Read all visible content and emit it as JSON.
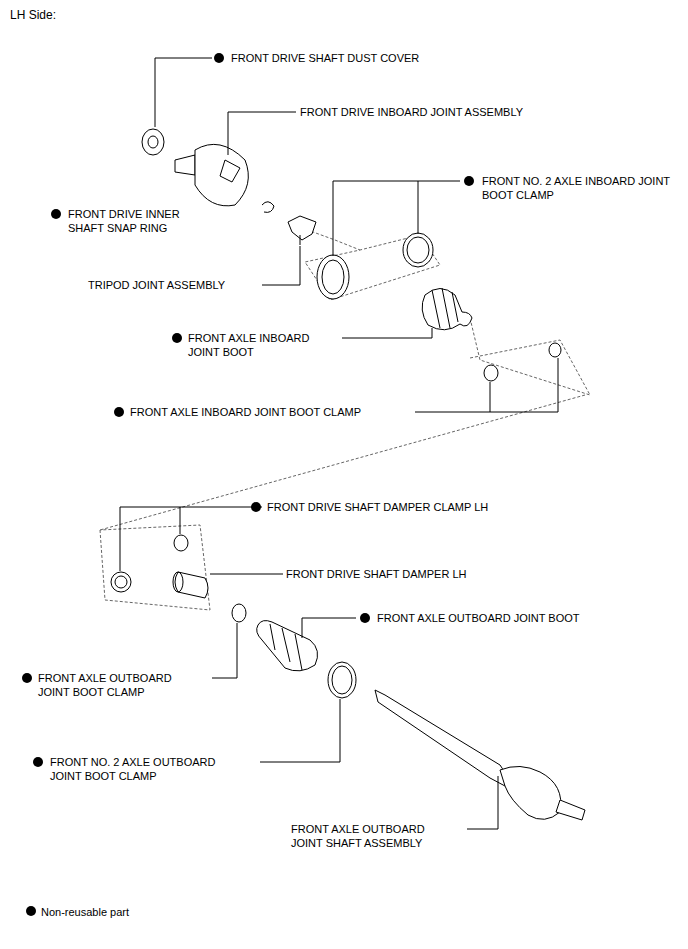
{
  "diagram": {
    "title": "LH Side:",
    "labels": [
      "FRONT DRIVE SHAFT DUST COVER",
      "FRONT DRIVE INBOARD JOINT ASSEMBLY",
      "FRONT NO. 2 AXLE INBOARD JOINT BOOT CLAMP",
      "FRONT DRIVE INNER SHAFT SNAP RING",
      "TRIPOD JOINT ASSEMBLY",
      "FRONT AXLE INBOARD JOINT BOOT",
      "FRONT AXLE INBOARD JOINT BOOT CLAMP",
      "FRONT DRIVE SHAFT DAMPER CLAMP LH",
      "FRONT DRIVE SHAFT DAMPER LH",
      "FRONT AXLE OUTBOARD JOINT BOOT",
      "FRONT AXLE OUTBOARD JOINT BOOT CLAMP",
      "FRONT NO. 2 AXLE OUTBOARD JOINT BOOT CLAMP",
      "FRONT AXLE OUTBOARD JOINT SHAFT ASSEMBLY"
    ],
    "legend": [
      {
        "text": "Non-reusable part",
        "color": "#000000"
      }
    ]
  }
}
